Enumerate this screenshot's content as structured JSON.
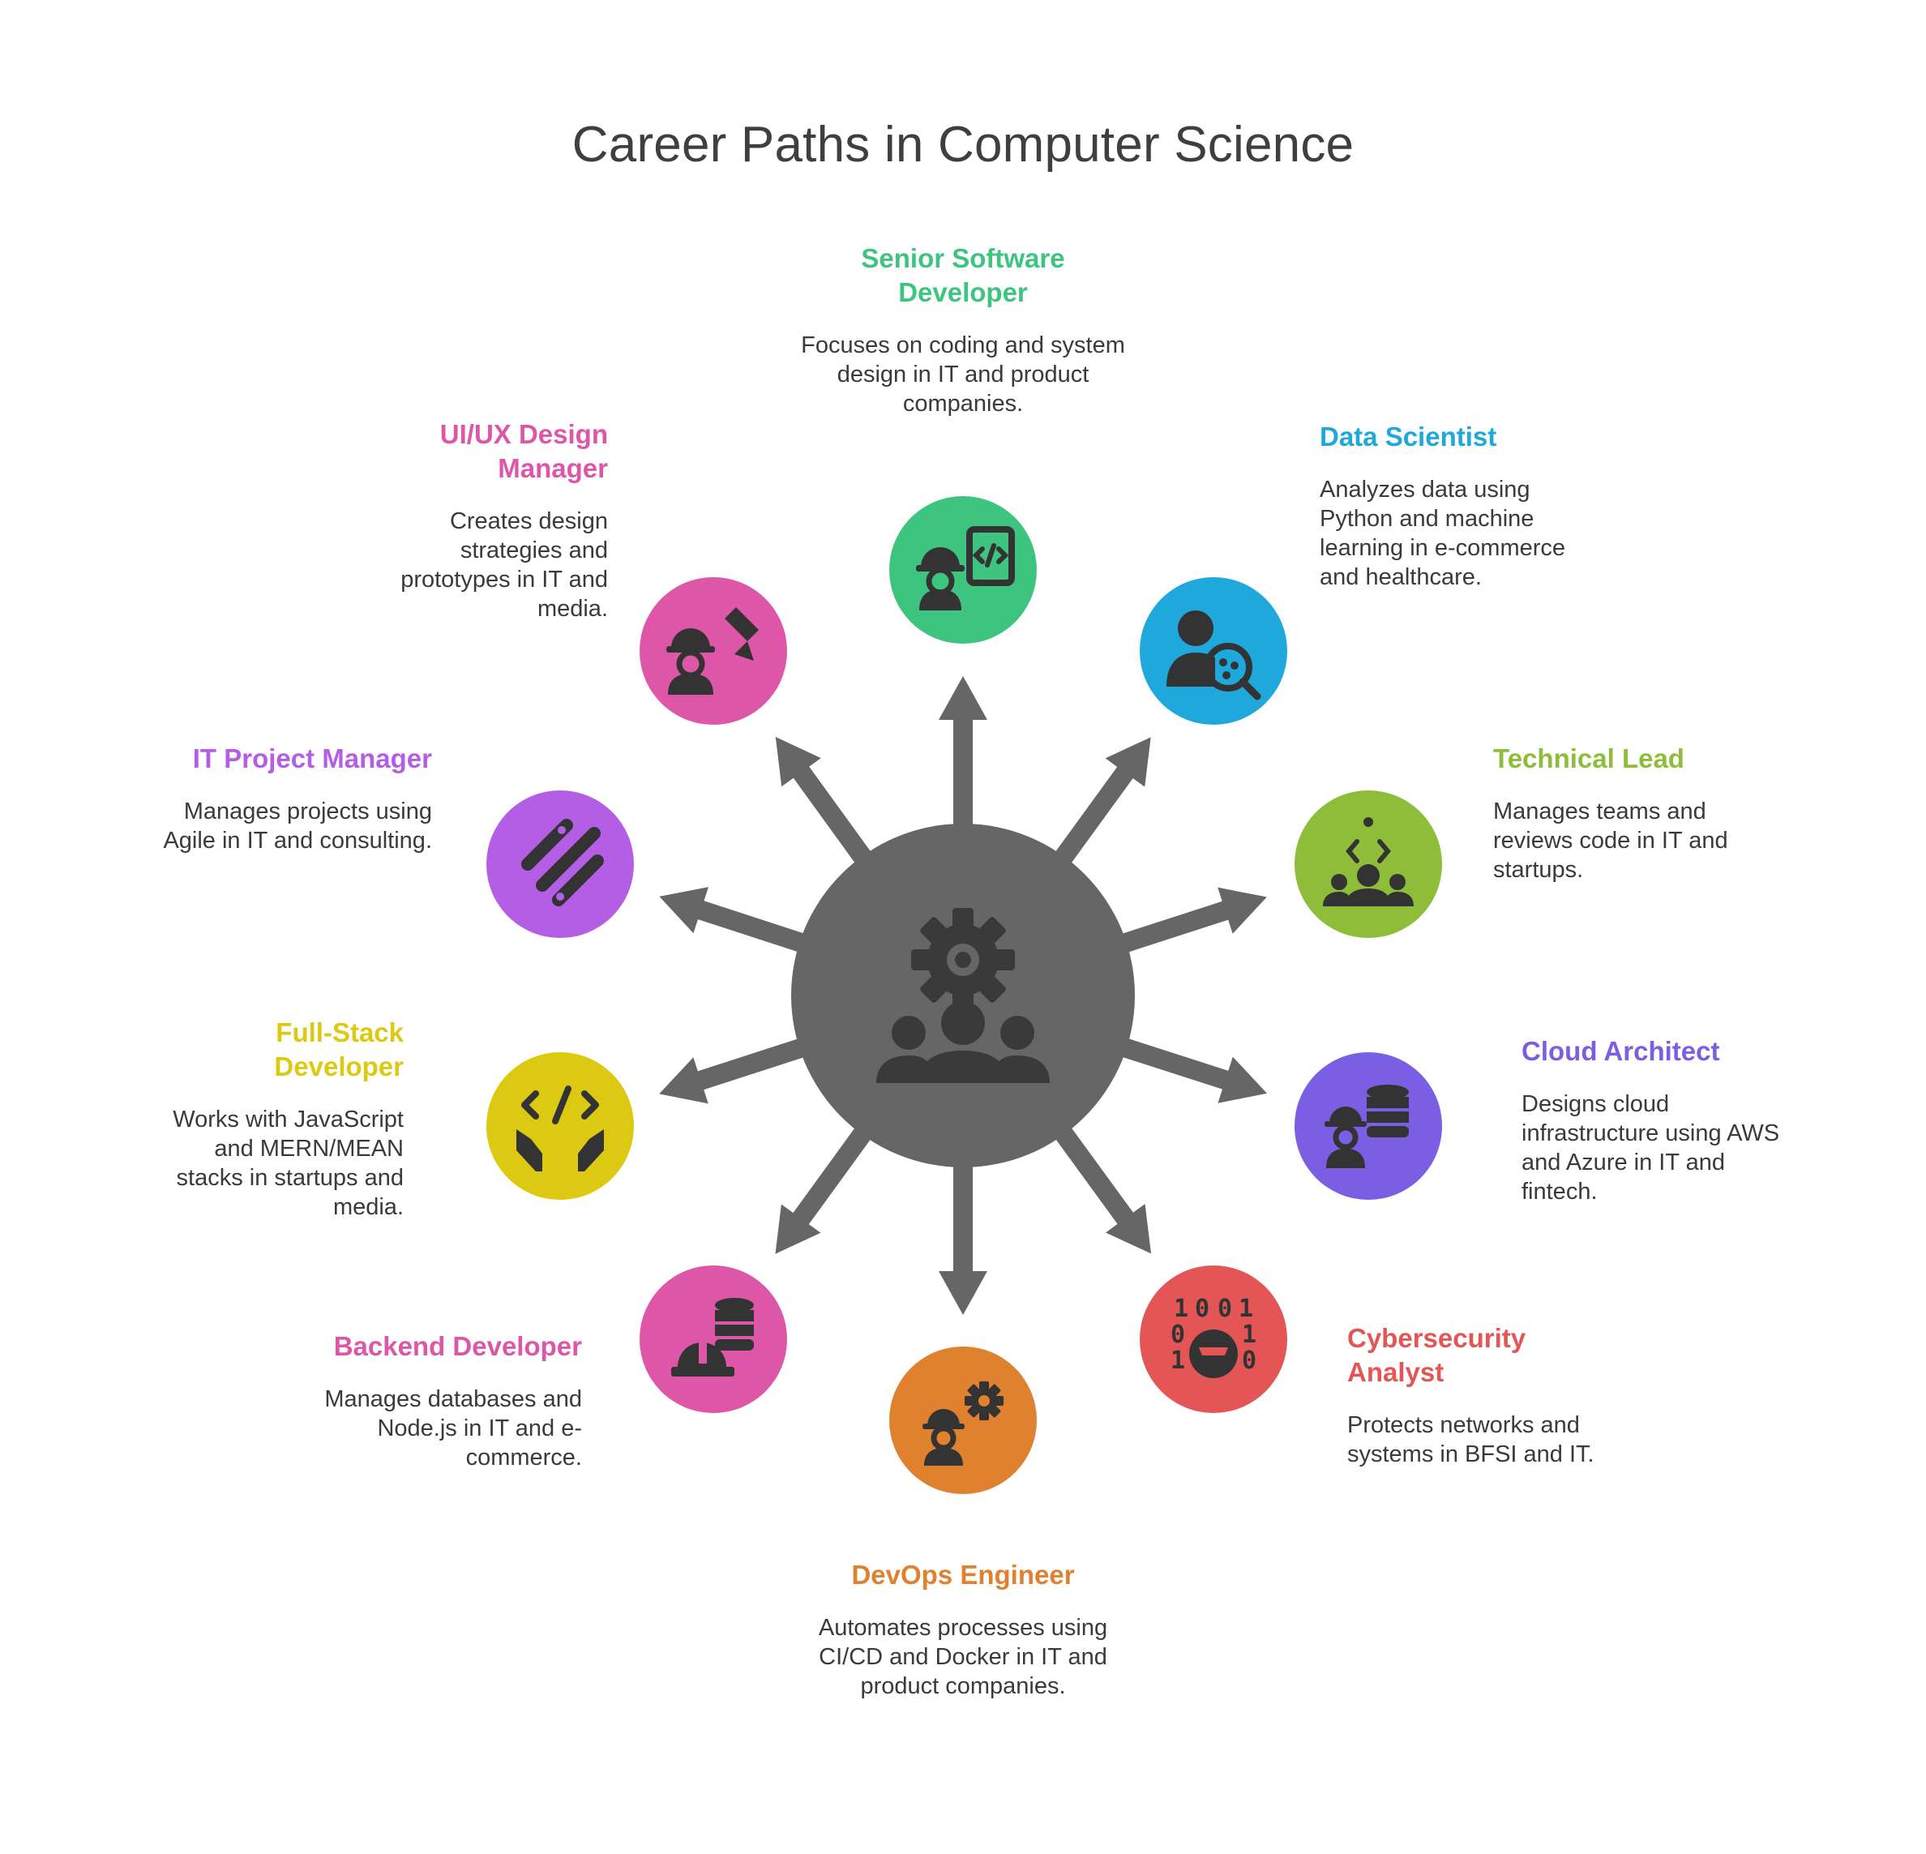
{
  "title": "Career Paths in Computer Science",
  "hub": {
    "color": "#666666",
    "icon": "team-gear-icon"
  },
  "careers": [
    {
      "id": "senior-software-developer",
      "name": "Senior Software Developer",
      "description": "Focuses on coding and system design in IT and product companies.",
      "color": "#3dc47e",
      "icon": "developer-code-icon"
    },
    {
      "id": "data-scientist",
      "name": "Data Scientist",
      "description": "Analyzes data using Python and machine learning in e-commerce and healthcare.",
      "color": "#1ea8dc",
      "icon": "person-analytics-icon"
    },
    {
      "id": "technical-lead",
      "name": "Technical Lead",
      "description": "Manages teams and reviews code in IT and startups.",
      "color": "#8ebd3a",
      "icon": "team-lead-icon"
    },
    {
      "id": "cloud-architect",
      "name": "Cloud Architect",
      "description": "Designs cloud infrastructure using AWS and Azure in IT and fintech.",
      "color": "#7a5ee3",
      "icon": "engineer-database-icon"
    },
    {
      "id": "cybersecurity-analyst",
      "name": "Cybersecurity Analyst",
      "description": "Protects networks and systems in BFSI and IT.",
      "color": "#e45656",
      "icon": "hacker-binary-icon"
    },
    {
      "id": "devops-engineer",
      "name": "DevOps Engineer",
      "description": "Automates processes using CI/CD and Docker in IT and product companies.",
      "color": "#df812f",
      "icon": "engineer-gear-icon"
    },
    {
      "id": "backend-developer",
      "name": "Backend Developer",
      "description": "Manages databases and Node.js in IT and e-commerce.",
      "color": "#dd56a8",
      "icon": "helmet-database-icon"
    },
    {
      "id": "full-stack-developer",
      "name": "Full-Stack Developer",
      "description": "Works with JavaScript and MERN/MEAN stacks in startups and media.",
      "color": "#dcc912",
      "icon": "hands-code-icon"
    },
    {
      "id": "it-project-manager",
      "name": "IT Project Manager",
      "description": "Manages projects using Agile in IT and consulting.",
      "color": "#b45ee6",
      "icon": "agile-sprint-icon"
    },
    {
      "id": "ui-ux-design-manager",
      "name": "UI/UX Design Manager",
      "description": "Creates design strategies and prototypes in IT and media.",
      "color": "#dd56a8",
      "icon": "designer-pencil-icon"
    }
  ]
}
